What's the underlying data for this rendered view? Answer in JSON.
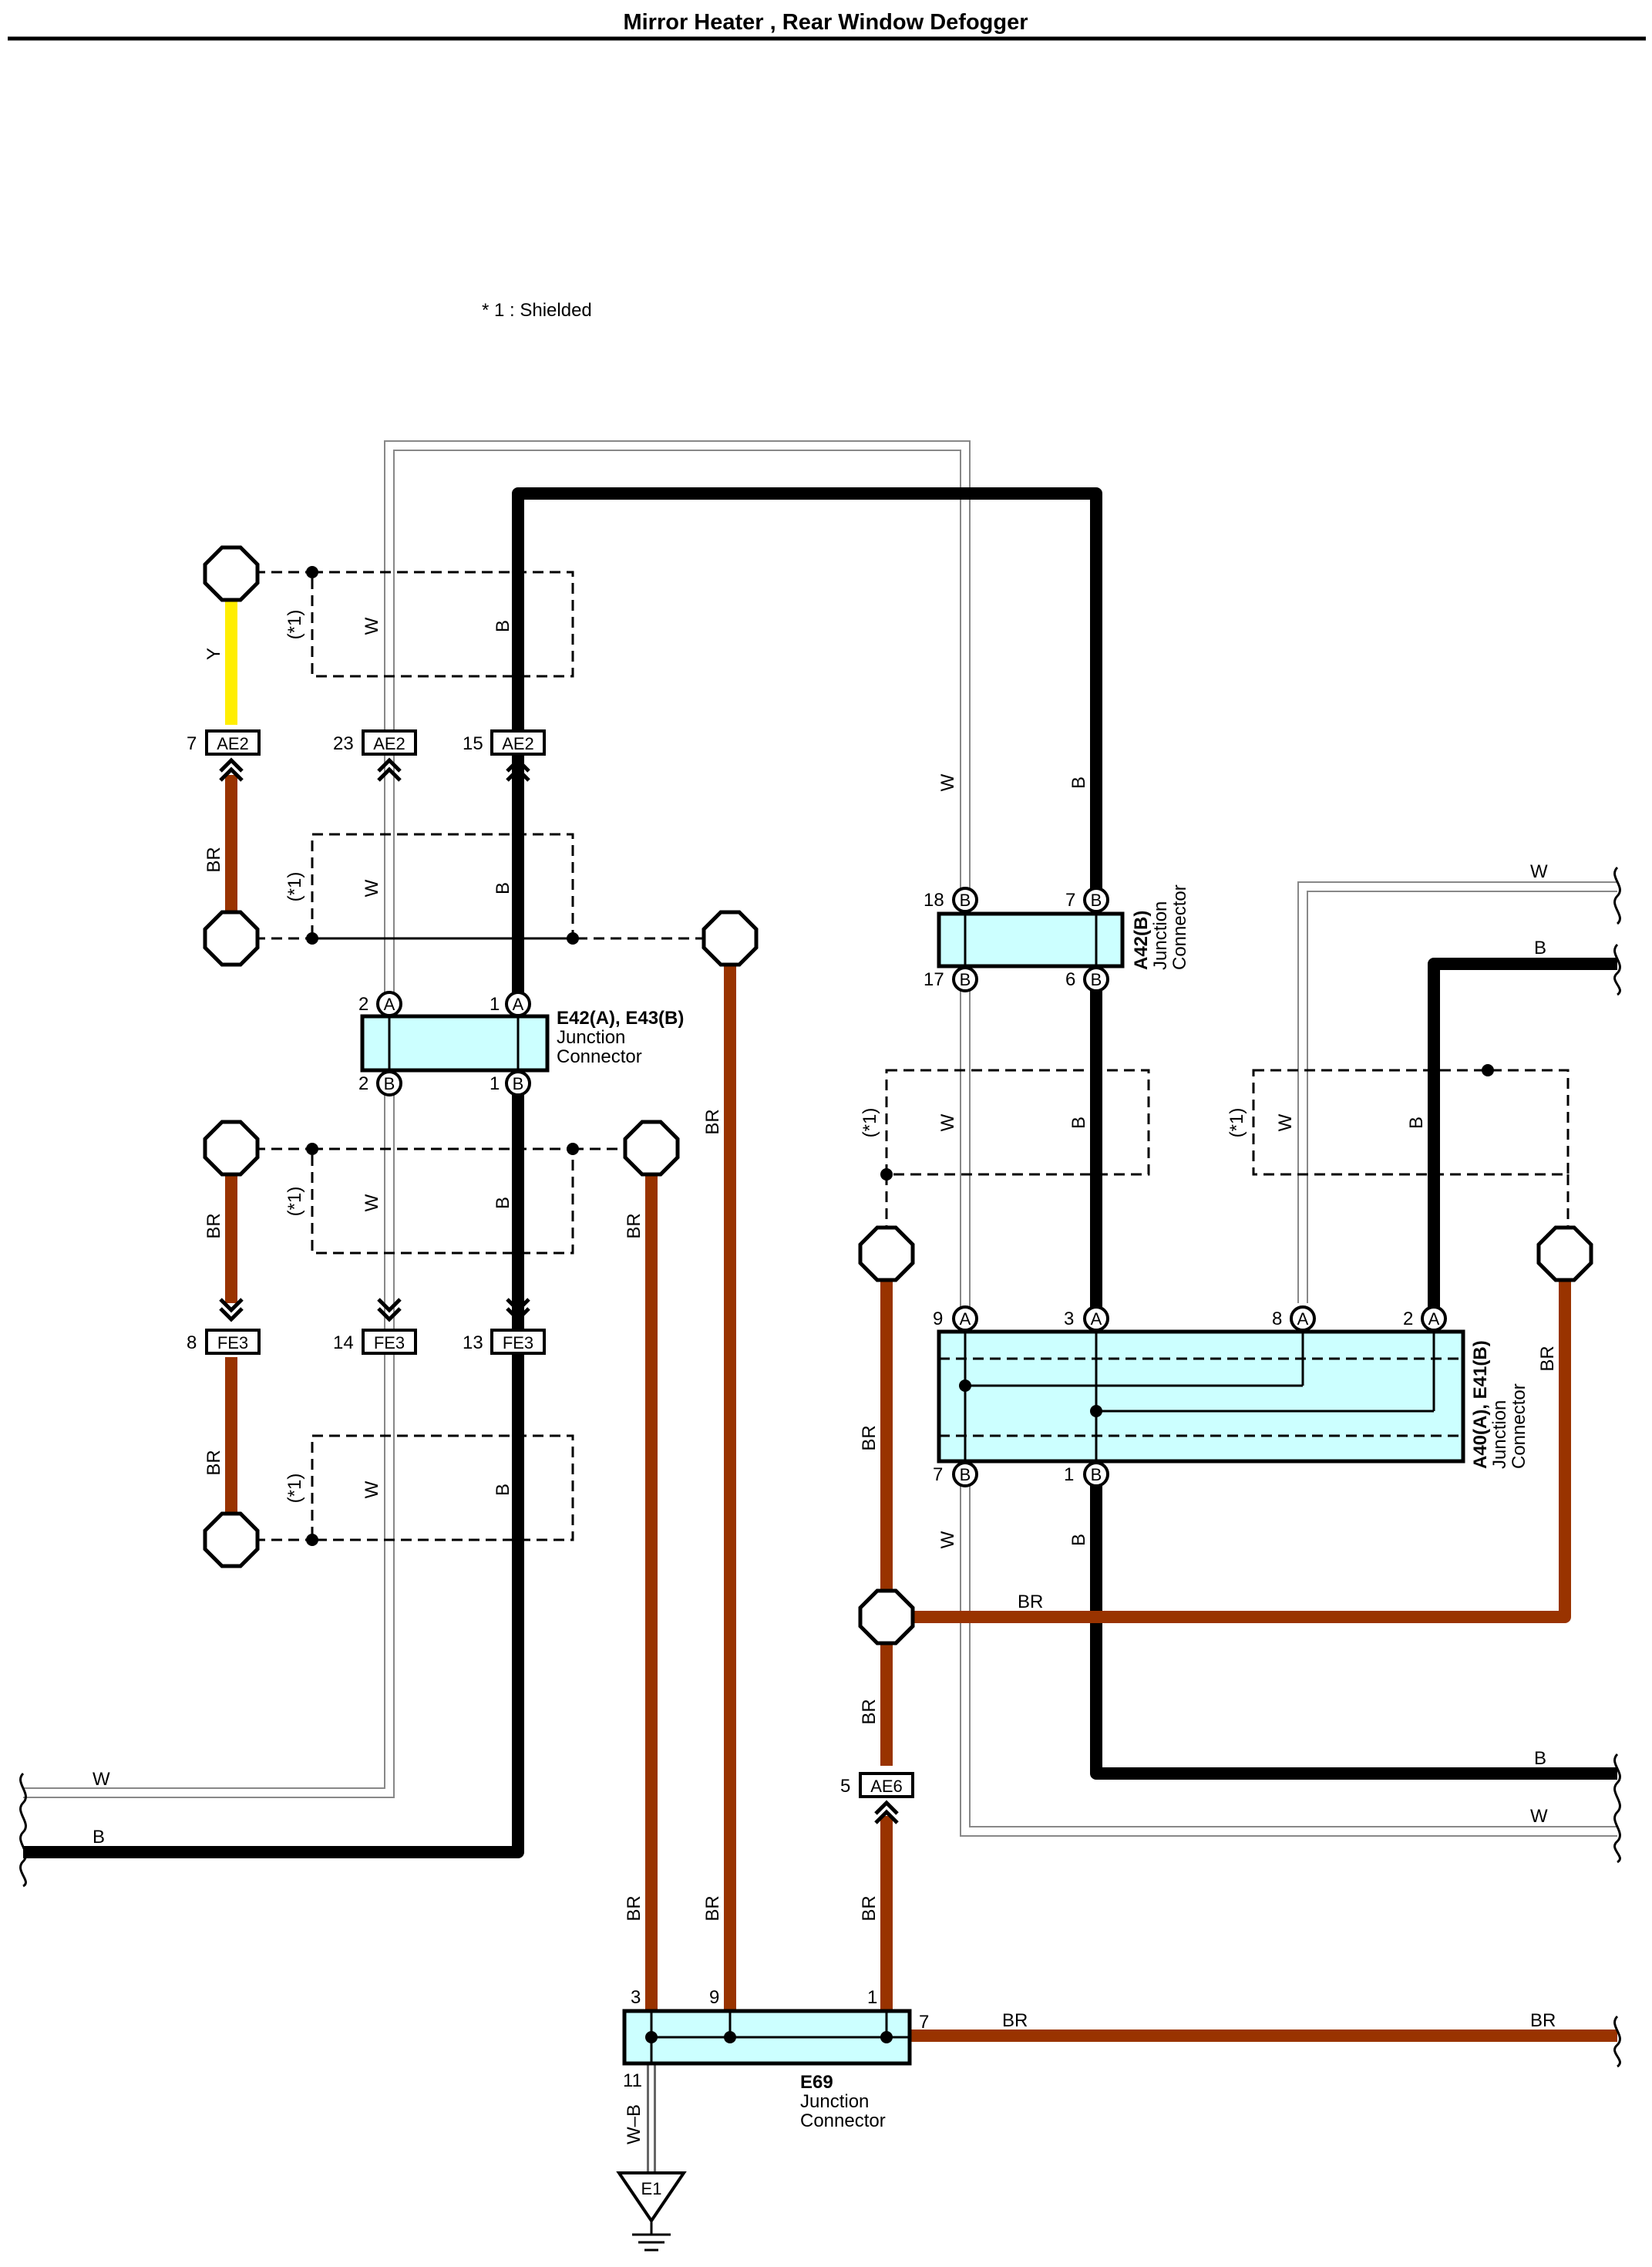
{
  "title": "Mirror Heater , Rear Window Defogger",
  "note": "* 1 : Shielded",
  "shield_label": "(*1)",
  "colors": {
    "BR": "#993300",
    "B": "#000000",
    "Y": "#ffee00",
    "W": "#ffffff",
    "junction_fill": "#ccffff"
  },
  "wire_labels": {
    "W": "W",
    "B": "B",
    "BR": "BR",
    "Y": "Y",
    "WB": "W–B"
  },
  "inline_connectors": [
    {
      "code": "AE2",
      "pin": "7"
    },
    {
      "code": "AE2",
      "pin": "23"
    },
    {
      "code": "AE2",
      "pin": "15"
    },
    {
      "code": "FE3",
      "pin": "8"
    },
    {
      "code": "FE3",
      "pin": "14"
    },
    {
      "code": "FE3",
      "pin": "13"
    },
    {
      "code": "AE6",
      "pin": "5"
    }
  ],
  "junctions": {
    "e42": {
      "name": "E42(A), E43(B)",
      "desc1": "Junction",
      "desc2": "Connector",
      "letter_a": "A",
      "letter_b": "B",
      "pins": [
        "2",
        "1",
        "2",
        "1"
      ]
    },
    "a42": {
      "name": "A42(B)",
      "desc1": "Junction",
      "desc2": "Connector",
      "letter": "B",
      "pins": [
        "18",
        "7",
        "17",
        "6"
      ]
    },
    "a40": {
      "name": "A40(A), E41(B)",
      "desc1": "Junction",
      "desc2": "Connector",
      "letter_a": "A",
      "letter_b": "B",
      "pins": [
        "9",
        "3",
        "8",
        "2",
        "7",
        "1"
      ]
    },
    "e69": {
      "name": "E69",
      "desc1": "Junction",
      "desc2": "Connector",
      "pins": [
        "3",
        "9",
        "1",
        "7",
        "11"
      ]
    }
  },
  "ground": {
    "code": "E1"
  }
}
